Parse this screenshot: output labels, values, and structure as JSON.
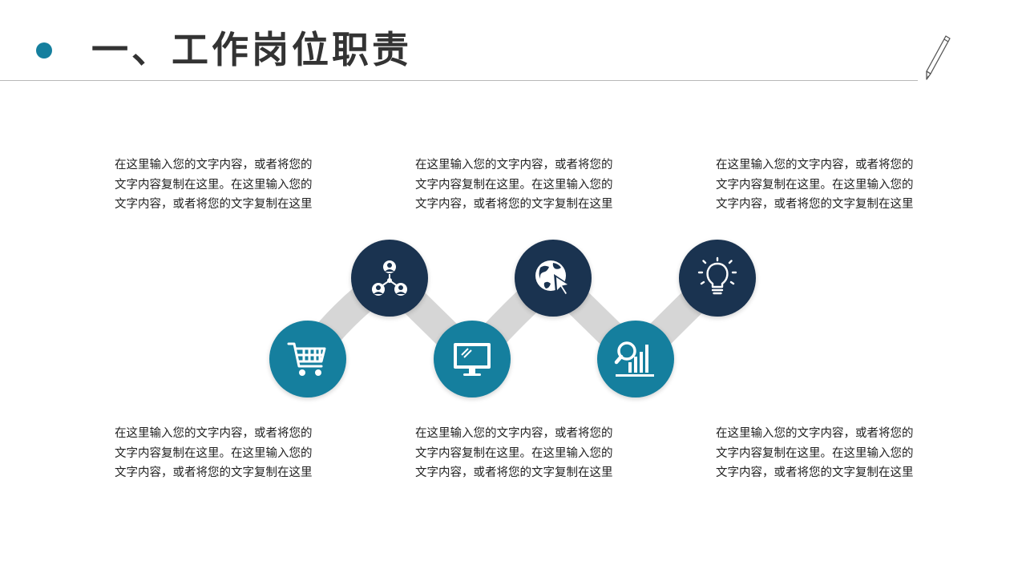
{
  "header": {
    "title": "一、工作岗位职责"
  },
  "colors": {
    "teal": "#157f9e",
    "navy": "#1a3350",
    "connector": "#d6d6d6"
  },
  "steps": [
    {
      "icon": "shopping-cart-icon",
      "color": "teal"
    },
    {
      "icon": "team-network-icon",
      "color": "navy"
    },
    {
      "icon": "monitor-icon",
      "color": "teal"
    },
    {
      "icon": "globe-cursor-icon",
      "color": "navy"
    },
    {
      "icon": "chart-search-icon",
      "color": "teal"
    },
    {
      "icon": "lightbulb-icon",
      "color": "navy"
    }
  ],
  "text_blocks": [
    "在这里输入您的文字内容，或者将您的文字内容复制在这里。在这里输入您的文字内容，或者将您的文字复制在这里",
    "在这里输入您的文字内容，或者将您的文字内容复制在这里。在这里输入您的文字内容，或者将您的文字复制在这里",
    "在这里输入您的文字内容，或者将您的文字内容复制在这里。在这里输入您的文字内容，或者将您的文字复制在这里",
    "在这里输入您的文字内容，或者将您的文字内容复制在这里。在这里输入您的文字内容，或者将您的文字复制在这里",
    "在这里输入您的文字内容，或者将您的文字内容复制在这里。在这里输入您的文字内容，或者将您的文字复制在这里",
    "在这里输入您的文字内容，或者将您的文字内容复制在这里。在这里输入您的文字内容，或者将您的文字复制在这里"
  ]
}
